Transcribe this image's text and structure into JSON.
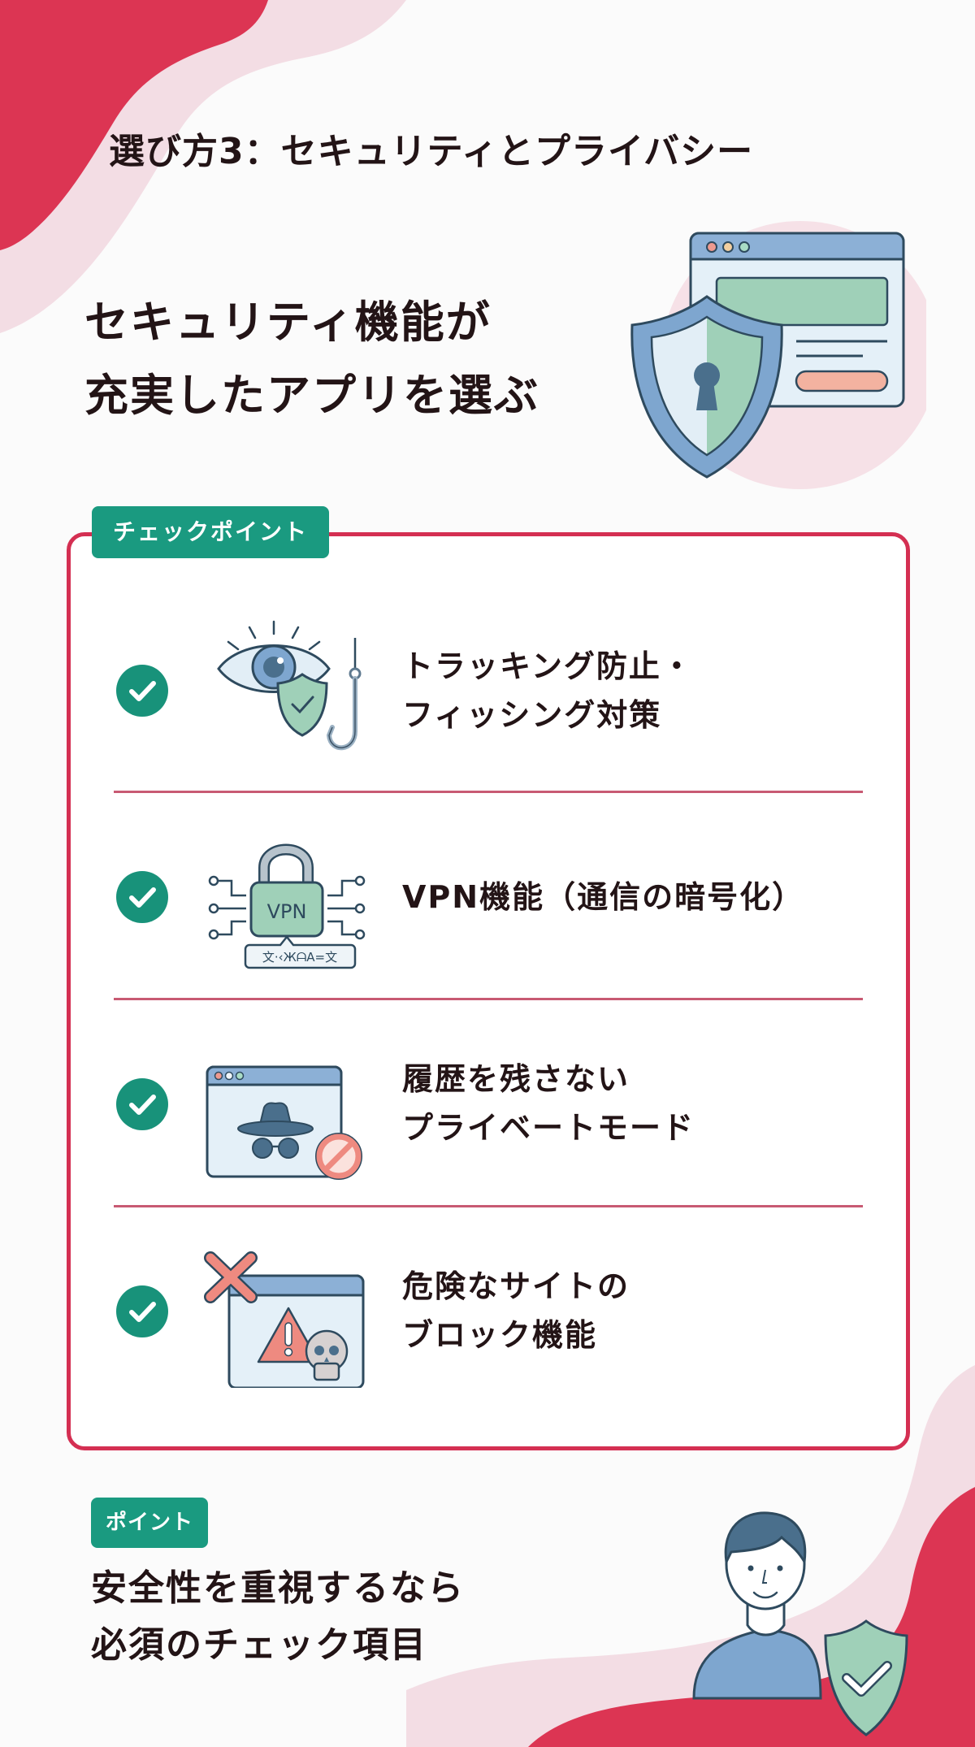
{
  "header": {
    "title": "選び方3：セキュリティとプライバシー"
  },
  "hero": {
    "headline_lines": [
      "セキュリティ機能が",
      "充実したアプリを選ぶ"
    ],
    "illustration": "shield-keyhole-browser-icon"
  },
  "checkpoints": {
    "tag_label": "チェックポイント",
    "items": [
      {
        "icon": "eye-shield-hook-icon",
        "lines": [
          "トラッキング防止・",
          "フィッシング対策"
        ],
        "checked": true
      },
      {
        "icon": "vpn-lock-icon",
        "lines": [
          "VPN機能（通信の暗号化）"
        ],
        "icon_text": "VPN",
        "icon_subtext": "文·‹ЖᗩA=文",
        "checked": true
      },
      {
        "icon": "incognito-browser-icon",
        "lines": [
          "履歴を残さない",
          "プライベートモード"
        ],
        "checked": true
      },
      {
        "icon": "danger-site-block-icon",
        "lines": [
          "危険なサイトの",
          "ブロック機能"
        ],
        "checked": true
      }
    ]
  },
  "point": {
    "tag_label": "ポイント",
    "lines": [
      "安全性を重視するなら",
      "必須のチェック項目"
    ],
    "illustration": "person-shield-check-icon"
  },
  "colors": {
    "accent_red": "#d42f52",
    "blob_pink": "#f3dde4",
    "tag_green": "#1a9a80",
    "check_green": "#18927a",
    "text_dark": "#231416",
    "illus_blue": "#7ea6cf",
    "illus_green": "#9fd0b8",
    "illus_salmon": "#ee9a8f"
  }
}
